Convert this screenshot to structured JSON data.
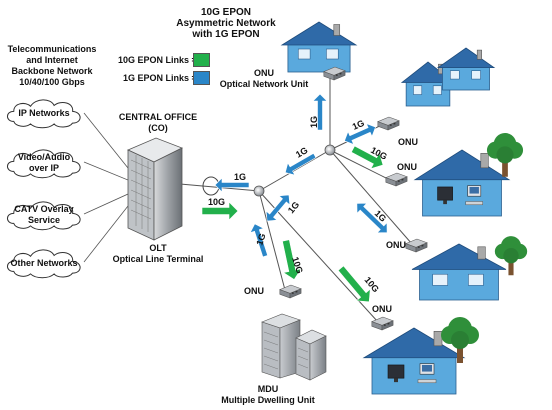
{
  "title": {
    "line1": "10G EPON",
    "line2": "Asymmetric Network",
    "line3": "with 1G EPON"
  },
  "legend": {
    "items": [
      {
        "label": "10G EPON Links =",
        "color": "#22b04b"
      },
      {
        "label": "1G EPON Links =",
        "color": "#2a86c8"
      }
    ]
  },
  "backbone": {
    "line1": "Telecommunications",
    "line2": "and Internet",
    "line3": "Backbone Network",
    "line4": "10/40/100 Gbps"
  },
  "clouds": [
    {
      "line1": "IP Networks",
      "line2": ""
    },
    {
      "line1": "Video/Audio",
      "line2": "over IP"
    },
    {
      "line1": "CATV Overlay",
      "line2": "Service"
    },
    {
      "line1": "Other Networks",
      "line2": ""
    }
  ],
  "central_office": {
    "line1": "CENTRAL OFFICE",
    "line2": "(CO)"
  },
  "olt": {
    "line1": "OLT",
    "line2": "Optical Line Terminal"
  },
  "onu_top": {
    "line1": "ONU",
    "line2": "Optical Network Unit"
  },
  "onu_label": "ONU",
  "mdu": {
    "line1": "MDU",
    "line2": "Multiple Dwelling Unit"
  },
  "links": {
    "g1": "1G",
    "g10": "10G"
  },
  "colors": {
    "green": "#22b04b",
    "blue": "#2a86c8",
    "house_blue": "#5aa9dd",
    "roof": "#2f6aa8",
    "tree": "#2f8f3a"
  }
}
